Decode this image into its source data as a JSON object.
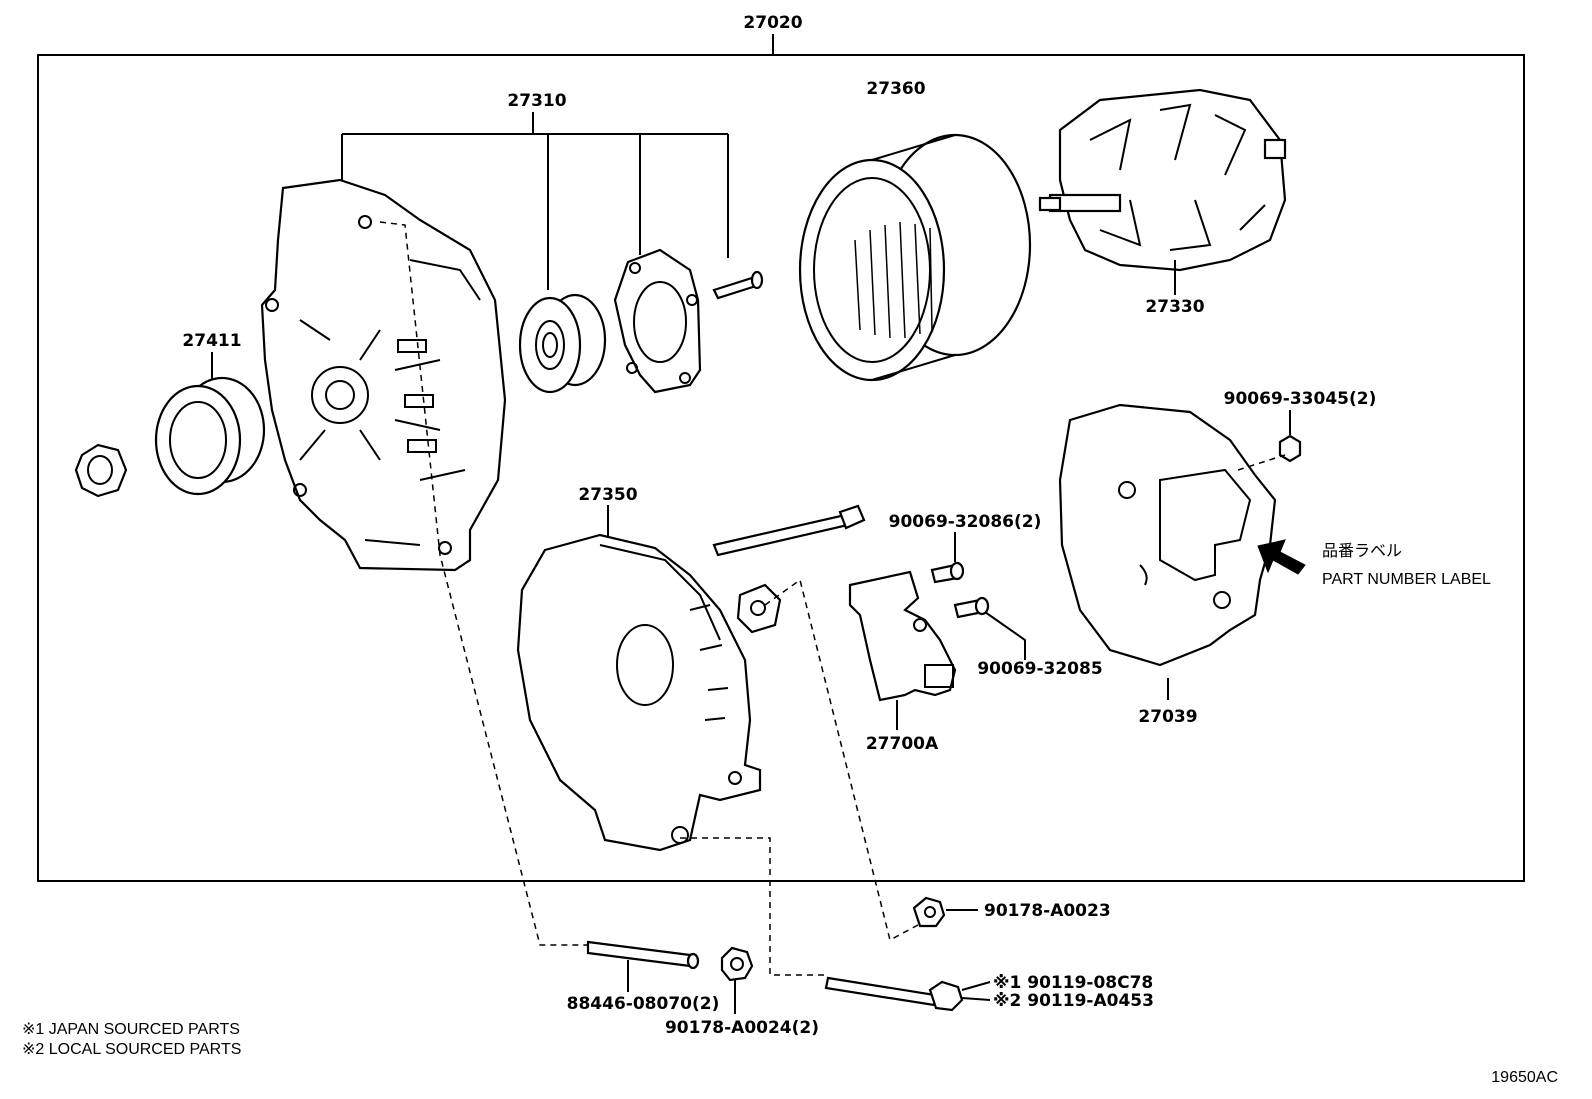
{
  "diagram": {
    "assembly_number": "27020",
    "parts": {
      "p27310": "27310",
      "p27360": "27360",
      "p27330": "27330",
      "p27411": "27411",
      "p27350": "27350",
      "p27700A": "27700A",
      "p27039": "27039",
      "p90069_33045": "90069-33045(2)",
      "p90069_32086": "90069-32086(2)",
      "p90069_32085": "90069-32085",
      "p90178_A0023": "90178-A0023",
      "p88446_08070": "88446-08070(2)",
      "p90178_A0024": "90178-A0024(2)",
      "p90119_08C78": "※1  90119-08C78",
      "p90119_A0453": "※2  90119-A0453"
    },
    "label_note": {
      "japanese": "品番ラベル",
      "english": "PART NUMBER LABEL"
    },
    "legend": [
      "※1  JAPAN SOURCED PARTS",
      "※2  LOCAL SOURCED PARTS"
    ],
    "figure_id": "19650AC"
  }
}
